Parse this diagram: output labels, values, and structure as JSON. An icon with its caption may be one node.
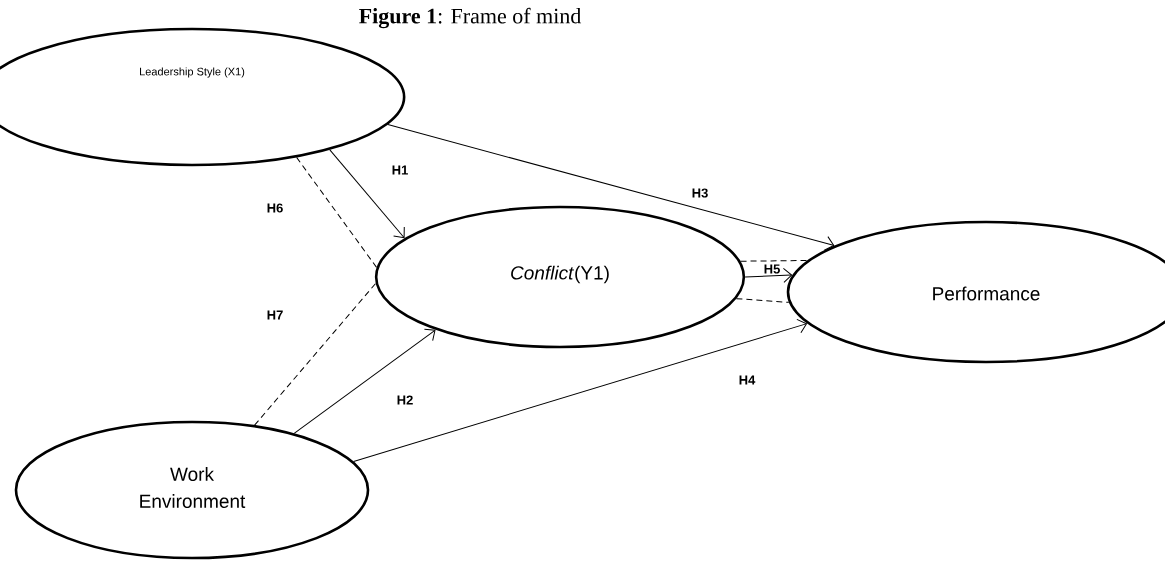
{
  "diagram": {
    "title": "**Figure 1**: Frame of mind",
    "nodes": [
      {
        "text": [
          "Leadership Style (X1)"
        ]
      },
      {
        "text": [
          "*Conflict*(Y1)"
        ]
      },
      {
        "text": [
          "Performance"
        ]
      },
      {
        "text": [
          "Work Environment"
        ]
      }
    ],
    "edges": [
      {
        "from": 0,
        "to": 1,
        "arrow": "to",
        "label": "H1"
      },
      {
        "from": 3,
        "to": 1,
        "arrow": "to",
        "label": "H2"
      },
      {
        "from": 0,
        "to": 2,
        "arrow": "to",
        "label": "H3"
      },
      {
        "from": 3,
        "to": 2,
        "arrow": "to",
        "label": "H4"
      },
      {
        "from": 1,
        "to": 2,
        "arrow": "to",
        "label": "H5"
      },
      {
        "from": 0,
        "to": 1,
        "arrow": "none",
        "style": "dashed",
        "label": "H6"
      },
      {
        "from": 3,
        "to": 1,
        "arrow": "none",
        "style": "dashed",
        "label": "H7"
      },
      {
        "from": 1,
        "to": 2,
        "arrow": "none",
        "style": "dashed"
      },
      {
        "from": 1,
        "to": 2,
        "arrow": "none",
        "style": "dashed"
      }
    ]
  }
}
